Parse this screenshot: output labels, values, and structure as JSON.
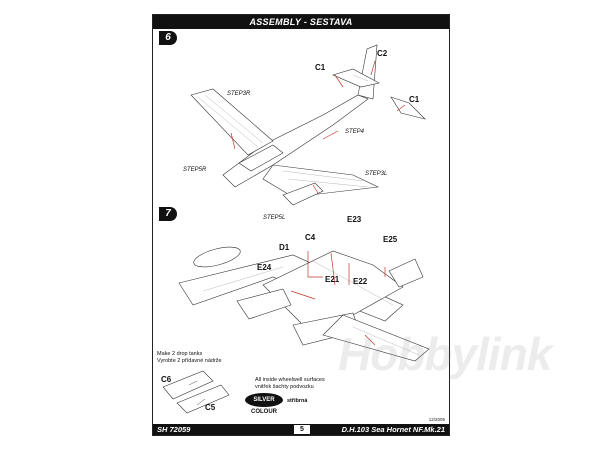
{
  "header": {
    "title": "ASSEMBLY - SESTAVA"
  },
  "steps": [
    {
      "number": "6"
    },
    {
      "number": "7"
    }
  ],
  "step6": {
    "parts": [
      "C1",
      "C2",
      "C1"
    ],
    "step_labels": [
      "STEP3R",
      "STEP4",
      "STEP5R",
      "STEP3L",
      "STEP5L"
    ]
  },
  "step7": {
    "parts": [
      "D1",
      "C4",
      "E23",
      "E25",
      "E24",
      "E21",
      "E22"
    ],
    "note_lines": [
      "Make 2 drop tanks",
      "Vyrobte 2 přídavné nádrže"
    ],
    "tank_parts": [
      "C6",
      "C5"
    ],
    "wheelwell_note": [
      "All inside wheelwell surfaces",
      "vnitřek šachty podvozku",
      "stříbrná"
    ],
    "colour_chip": "SILVER",
    "colour_label": "COLOUR"
  },
  "watermark": "Hobbylink",
  "footer": {
    "kit_code": "SH 72059",
    "page_number": "5",
    "model_name": "D.H.103 Sea Hornet NF.Mk.21",
    "date_code": "12/2005"
  },
  "colors": {
    "ink": "#111111",
    "paper": "#ffffff",
    "callout": "#c0392b"
  }
}
